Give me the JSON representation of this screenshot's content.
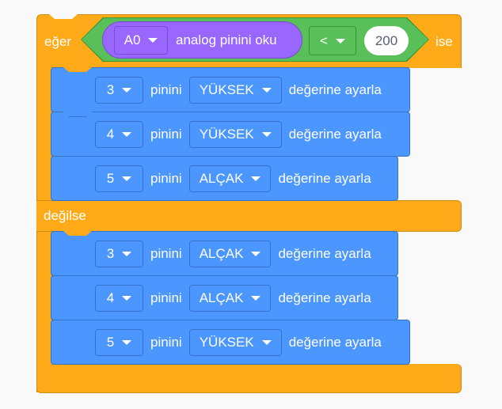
{
  "if_block": {
    "if_label": "eğer",
    "then_label": "ise",
    "else_label": "değilse",
    "condition": {
      "sensor": {
        "pin": "A0",
        "label": "analog pinini oku"
      },
      "operator": "<",
      "value": "200"
    }
  },
  "then_rows": [
    {
      "pin": "3",
      "label": "pinini",
      "value": "YÜKSEK",
      "suffix": "değerine ayarla"
    },
    {
      "pin": "4",
      "label": "pinini",
      "value": "YÜKSEK",
      "suffix": "değerine ayarla"
    },
    {
      "pin": "5",
      "label": "pinini",
      "value": "ALÇAK",
      "suffix": "değerine ayarla"
    }
  ],
  "else_rows": [
    {
      "pin": "3",
      "label": "pinini",
      "value": "ALÇAK",
      "suffix": "değerine ayarla"
    },
    {
      "pin": "4",
      "label": "pinini",
      "value": "ALÇAK",
      "suffix": "değerine ayarla"
    },
    {
      "pin": "5",
      "label": "pinini",
      "value": "YÜKSEK",
      "suffix": "değerine ayarla"
    }
  ],
  "colors": {
    "control": "#ffab19",
    "pins": "#4c97ff",
    "operator": "#59c059",
    "sensor": "#9966ff"
  }
}
